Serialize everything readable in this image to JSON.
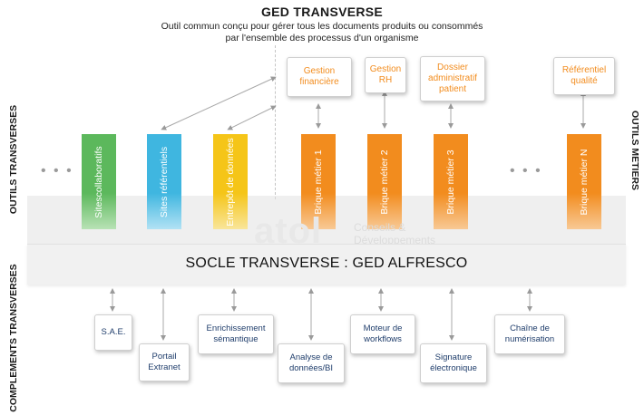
{
  "header": {
    "title": "GED TRANSVERSE",
    "subtitle_line1": "Outil commun conçu pour gérer tous les documents produits ou consommés",
    "subtitle_line2": "par l'ensemble des processus d'un organisme"
  },
  "side_labels": {
    "left_top": "OUTILS TRANSVERSES",
    "left_bottom": "COMPLEMENTS TRANSVERSES",
    "right": "OUTILS METIERS"
  },
  "ellipsis": "• • •",
  "transverse_tools": [
    {
      "label": "Sitescollaboratifs",
      "color": "#5cb85c"
    },
    {
      "label": "Sites référentiels",
      "color": "#3fb6e0"
    },
    {
      "label": "Entrepôt de données",
      "color": "#f5c518"
    }
  ],
  "business_bricks": [
    {
      "label": "Brique métier 1",
      "color": "#f28c1e"
    },
    {
      "label": "Brique métier 2",
      "color": "#f28c1e"
    },
    {
      "label": "Brique métier 3",
      "color": "#f28c1e"
    },
    {
      "label": "Brique métier N",
      "color": "#f28c1e"
    }
  ],
  "business_tools": [
    {
      "line1": "Gestion",
      "line2": "financière",
      "line3": ""
    },
    {
      "line1": "Gestion",
      "line2": "RH",
      "line3": ""
    },
    {
      "line1": "Dossier",
      "line2": "administratif",
      "line3": "patient"
    },
    {
      "line1": "Référentiel",
      "line2": "qualité",
      "line3": ""
    }
  ],
  "socle": {
    "label": "SOCLE TRANSVERSE : GED ALFRESCO",
    "watermark": "atol",
    "watermark_sub_line1": "Conseils &",
    "watermark_sub_line2": "Développements"
  },
  "complements": [
    {
      "line1": "S.A.E.",
      "line2": ""
    },
    {
      "line1": "Portail",
      "line2": "Extranet"
    },
    {
      "line1": "Enrichissement",
      "line2": "sémantique"
    },
    {
      "line1": "Analyse de",
      "line2": "données/BI"
    },
    {
      "line1": "Moteur de",
      "line2": "workflows"
    },
    {
      "line1": "Signature",
      "line2": "électronique"
    },
    {
      "line1": "Chaîne de",
      "line2": "numérisation"
    }
  ],
  "colors": {
    "orange": "#f28c1e",
    "green": "#5cb85c",
    "blue": "#3fb6e0",
    "yellow": "#f5c518",
    "navy_text": "#1f3d6b",
    "arrow_gray": "#9a9a9a"
  }
}
